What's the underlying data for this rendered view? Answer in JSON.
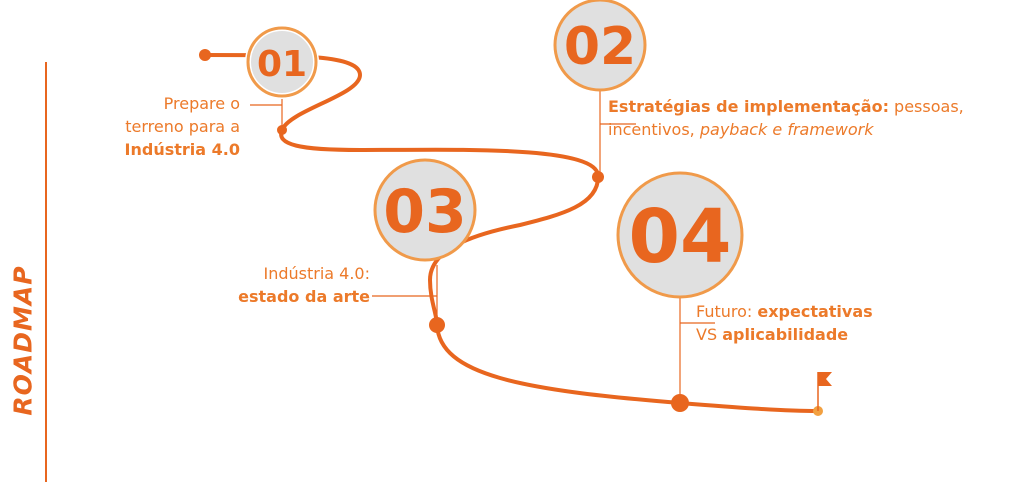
{
  "side_title": "ROADMAP",
  "colors": {
    "accent": "#e8661f",
    "text": "#ec7a2a",
    "circle_fill": "#e0e0e0",
    "pin_stroke": "#f0a060"
  },
  "milestones": [
    {
      "number": "01",
      "lines": [
        [
          {
            "text": "Prepare o",
            "style": "normal"
          }
        ],
        [
          {
            "text": "terreno para a",
            "style": "normal"
          }
        ],
        [
          {
            "text": "Indústria 4.0",
            "style": "bold"
          }
        ]
      ]
    },
    {
      "number": "02",
      "lines": [
        [
          {
            "text": "Estratégias de implementação:",
            "style": "bold"
          },
          {
            "text": " pessoas,",
            "style": "normal"
          }
        ],
        [
          {
            "text": "incentivos, ",
            "style": "normal"
          },
          {
            "text": "payback e framework",
            "style": "italic"
          }
        ]
      ]
    },
    {
      "number": "03",
      "lines": [
        [
          {
            "text": "Indústria 4.0:",
            "style": "normal"
          }
        ],
        [
          {
            "text": "estado da arte",
            "style": "bold"
          }
        ]
      ]
    },
    {
      "number": "04",
      "lines": [
        [
          {
            "text": "Futuro: ",
            "style": "normal"
          },
          {
            "text": "expectativas",
            "style": "bold"
          }
        ],
        [
          {
            "text": "VS ",
            "style": "normal"
          },
          {
            "text": "aplicabilidade",
            "style": "bold"
          }
        ]
      ]
    }
  ]
}
